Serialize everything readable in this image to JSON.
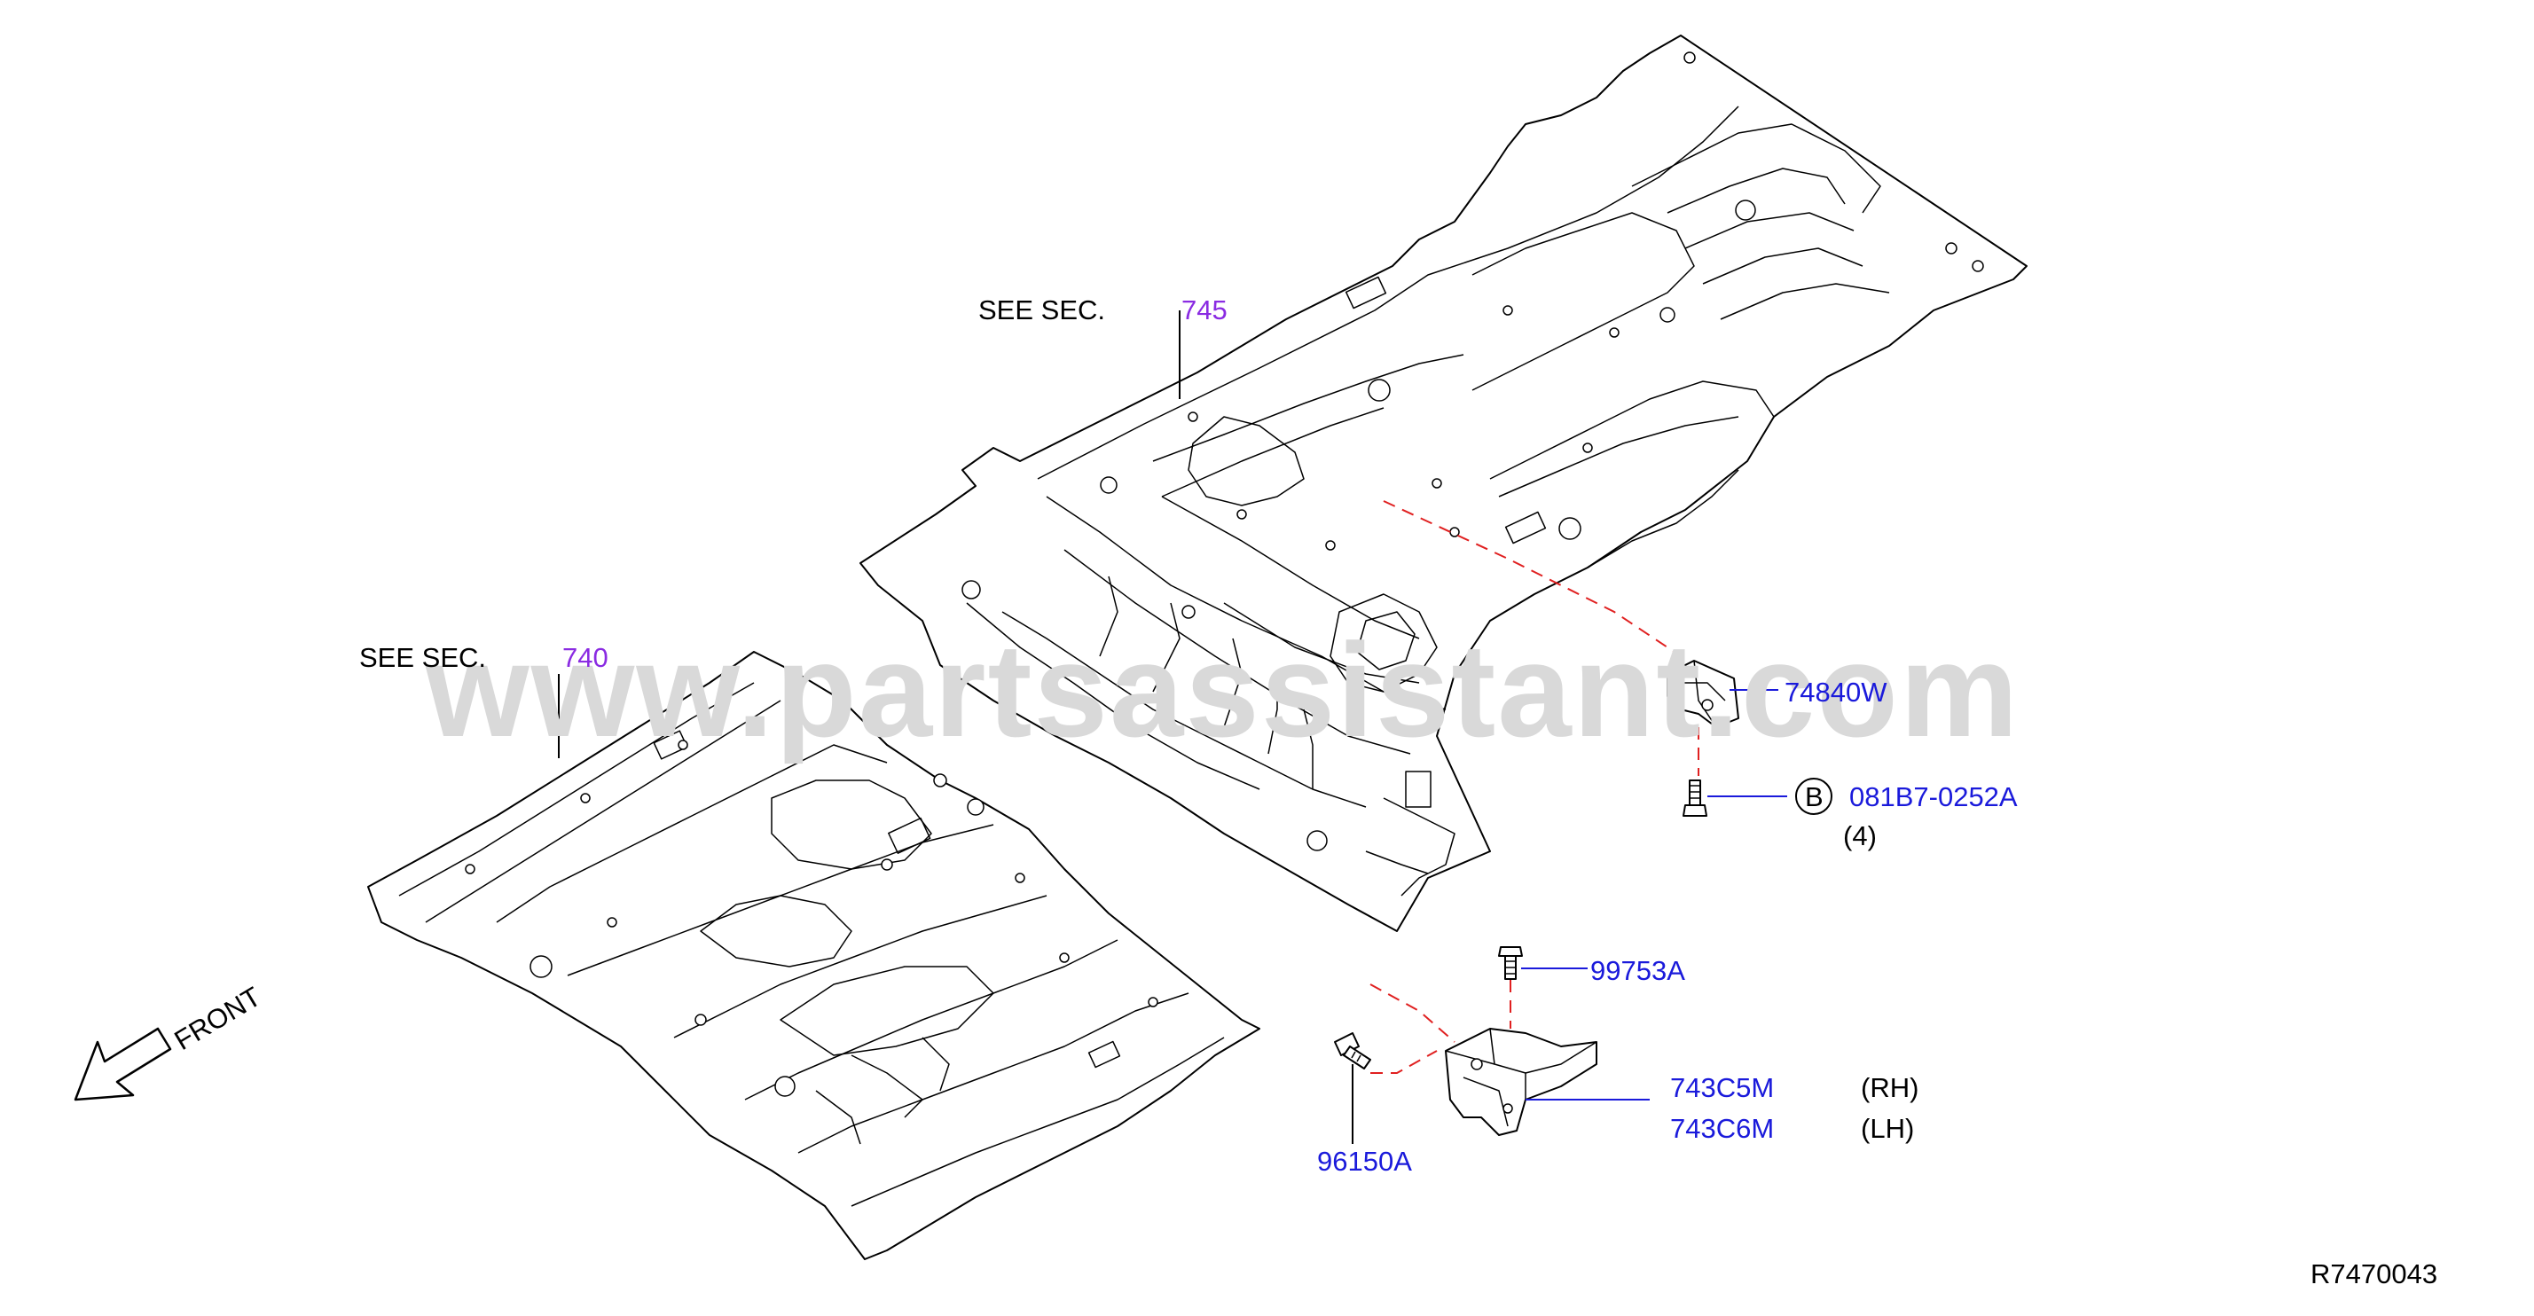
{
  "watermark": "www.partsassistant.com",
  "labels": {
    "see_sec_rear": "SEE   SEC.",
    "sec_rear_no": "745",
    "see_sec_front": "SEE   SEC.",
    "sec_front_no": "740",
    "part_bracket": "74840W",
    "callout_letter": "B",
    "part_bolt": "081B7-0252A",
    "bolt_qty": "(4)",
    "part_screw": "99753A",
    "part_mount_rh": "743C5M",
    "rh": "(RH)",
    "part_mount_lh": "743C6M",
    "lh": "(LH)",
    "part_bolt2": "96150A",
    "front": "FRONT",
    "diagram_code": "R7470043"
  },
  "colors": {
    "part_number": "#1a1adb",
    "section_number": "#8a2be2",
    "leader_dashed": "#e02020",
    "watermark": "#d9d9d9"
  },
  "icons": [
    "front-arrow-icon",
    "circled-b-callout-icon"
  ]
}
